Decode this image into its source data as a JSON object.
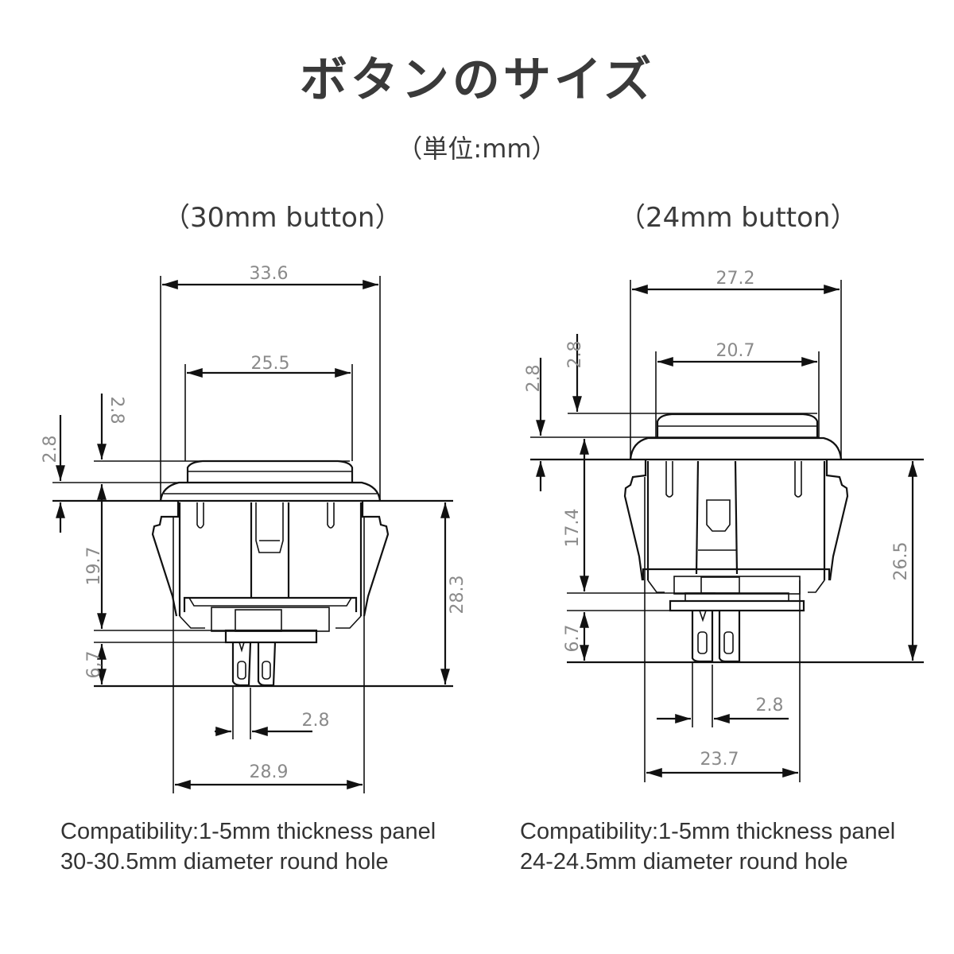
{
  "header": {
    "title": "ボタンのサイズ",
    "unit_label": "（単位:mm）"
  },
  "sections": [
    {
      "id": "30mm",
      "title": "（30mm button）",
      "dimensions": {
        "outer_width": "33.6",
        "cap_width": "25.5",
        "cap_height": "2.8",
        "bezel_height": "2.8",
        "body_depth": "19.7",
        "terminal_length": "6,7",
        "total_depth": "28.3",
        "terminal_pitch": "2.8",
        "body_width": "28.9"
      },
      "notes": [
        "Compatibility:1-5mm thickness panel",
        "30-30.5mm diameter round hole"
      ]
    },
    {
      "id": "24mm",
      "title": "（24mm button）",
      "dimensions": {
        "outer_width": "27.2",
        "cap_width": "20.7",
        "cap_height": "2.8",
        "bezel_height": "2.8",
        "body_depth": "17.4",
        "terminal_length": "6.7",
        "total_depth": "26.5",
        "terminal_pitch": "2.8",
        "body_width": "23.7"
      },
      "notes": [
        "Compatibility:1-5mm thickness panel",
        "24-24.5mm diameter round hole"
      ]
    }
  ],
  "colors": {
    "text": "#333333",
    "dimension_text": "#8a8a8a",
    "line": "#111111",
    "background": "#ffffff"
  }
}
